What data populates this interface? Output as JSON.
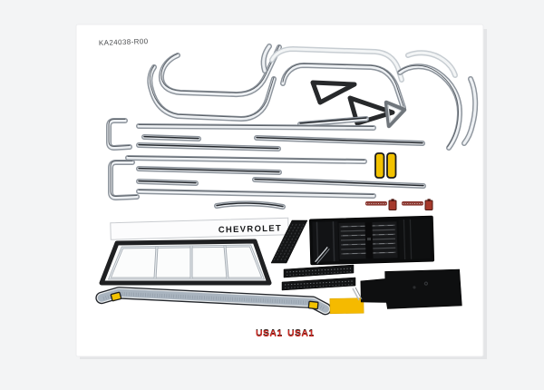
{
  "sheet": {
    "part_number": "KA24038-R00",
    "brand_text": "CHEVROLET",
    "livery_text_left": "USA1",
    "livery_text_right": "USA1"
  },
  "colors": {
    "page_background": "#f3f4f5",
    "sheet_white": "#ffffff",
    "chrome_light": "#eef1f4",
    "chrome_mid": "#8d949c",
    "trim_black": "#1f2022",
    "grille_black": "#0b0c0d",
    "accent_yellow": "#f5ba00",
    "signal_amber": "#f2c200",
    "livery_red": "#cf2b24",
    "emblem_red": "#a63a2c"
  }
}
